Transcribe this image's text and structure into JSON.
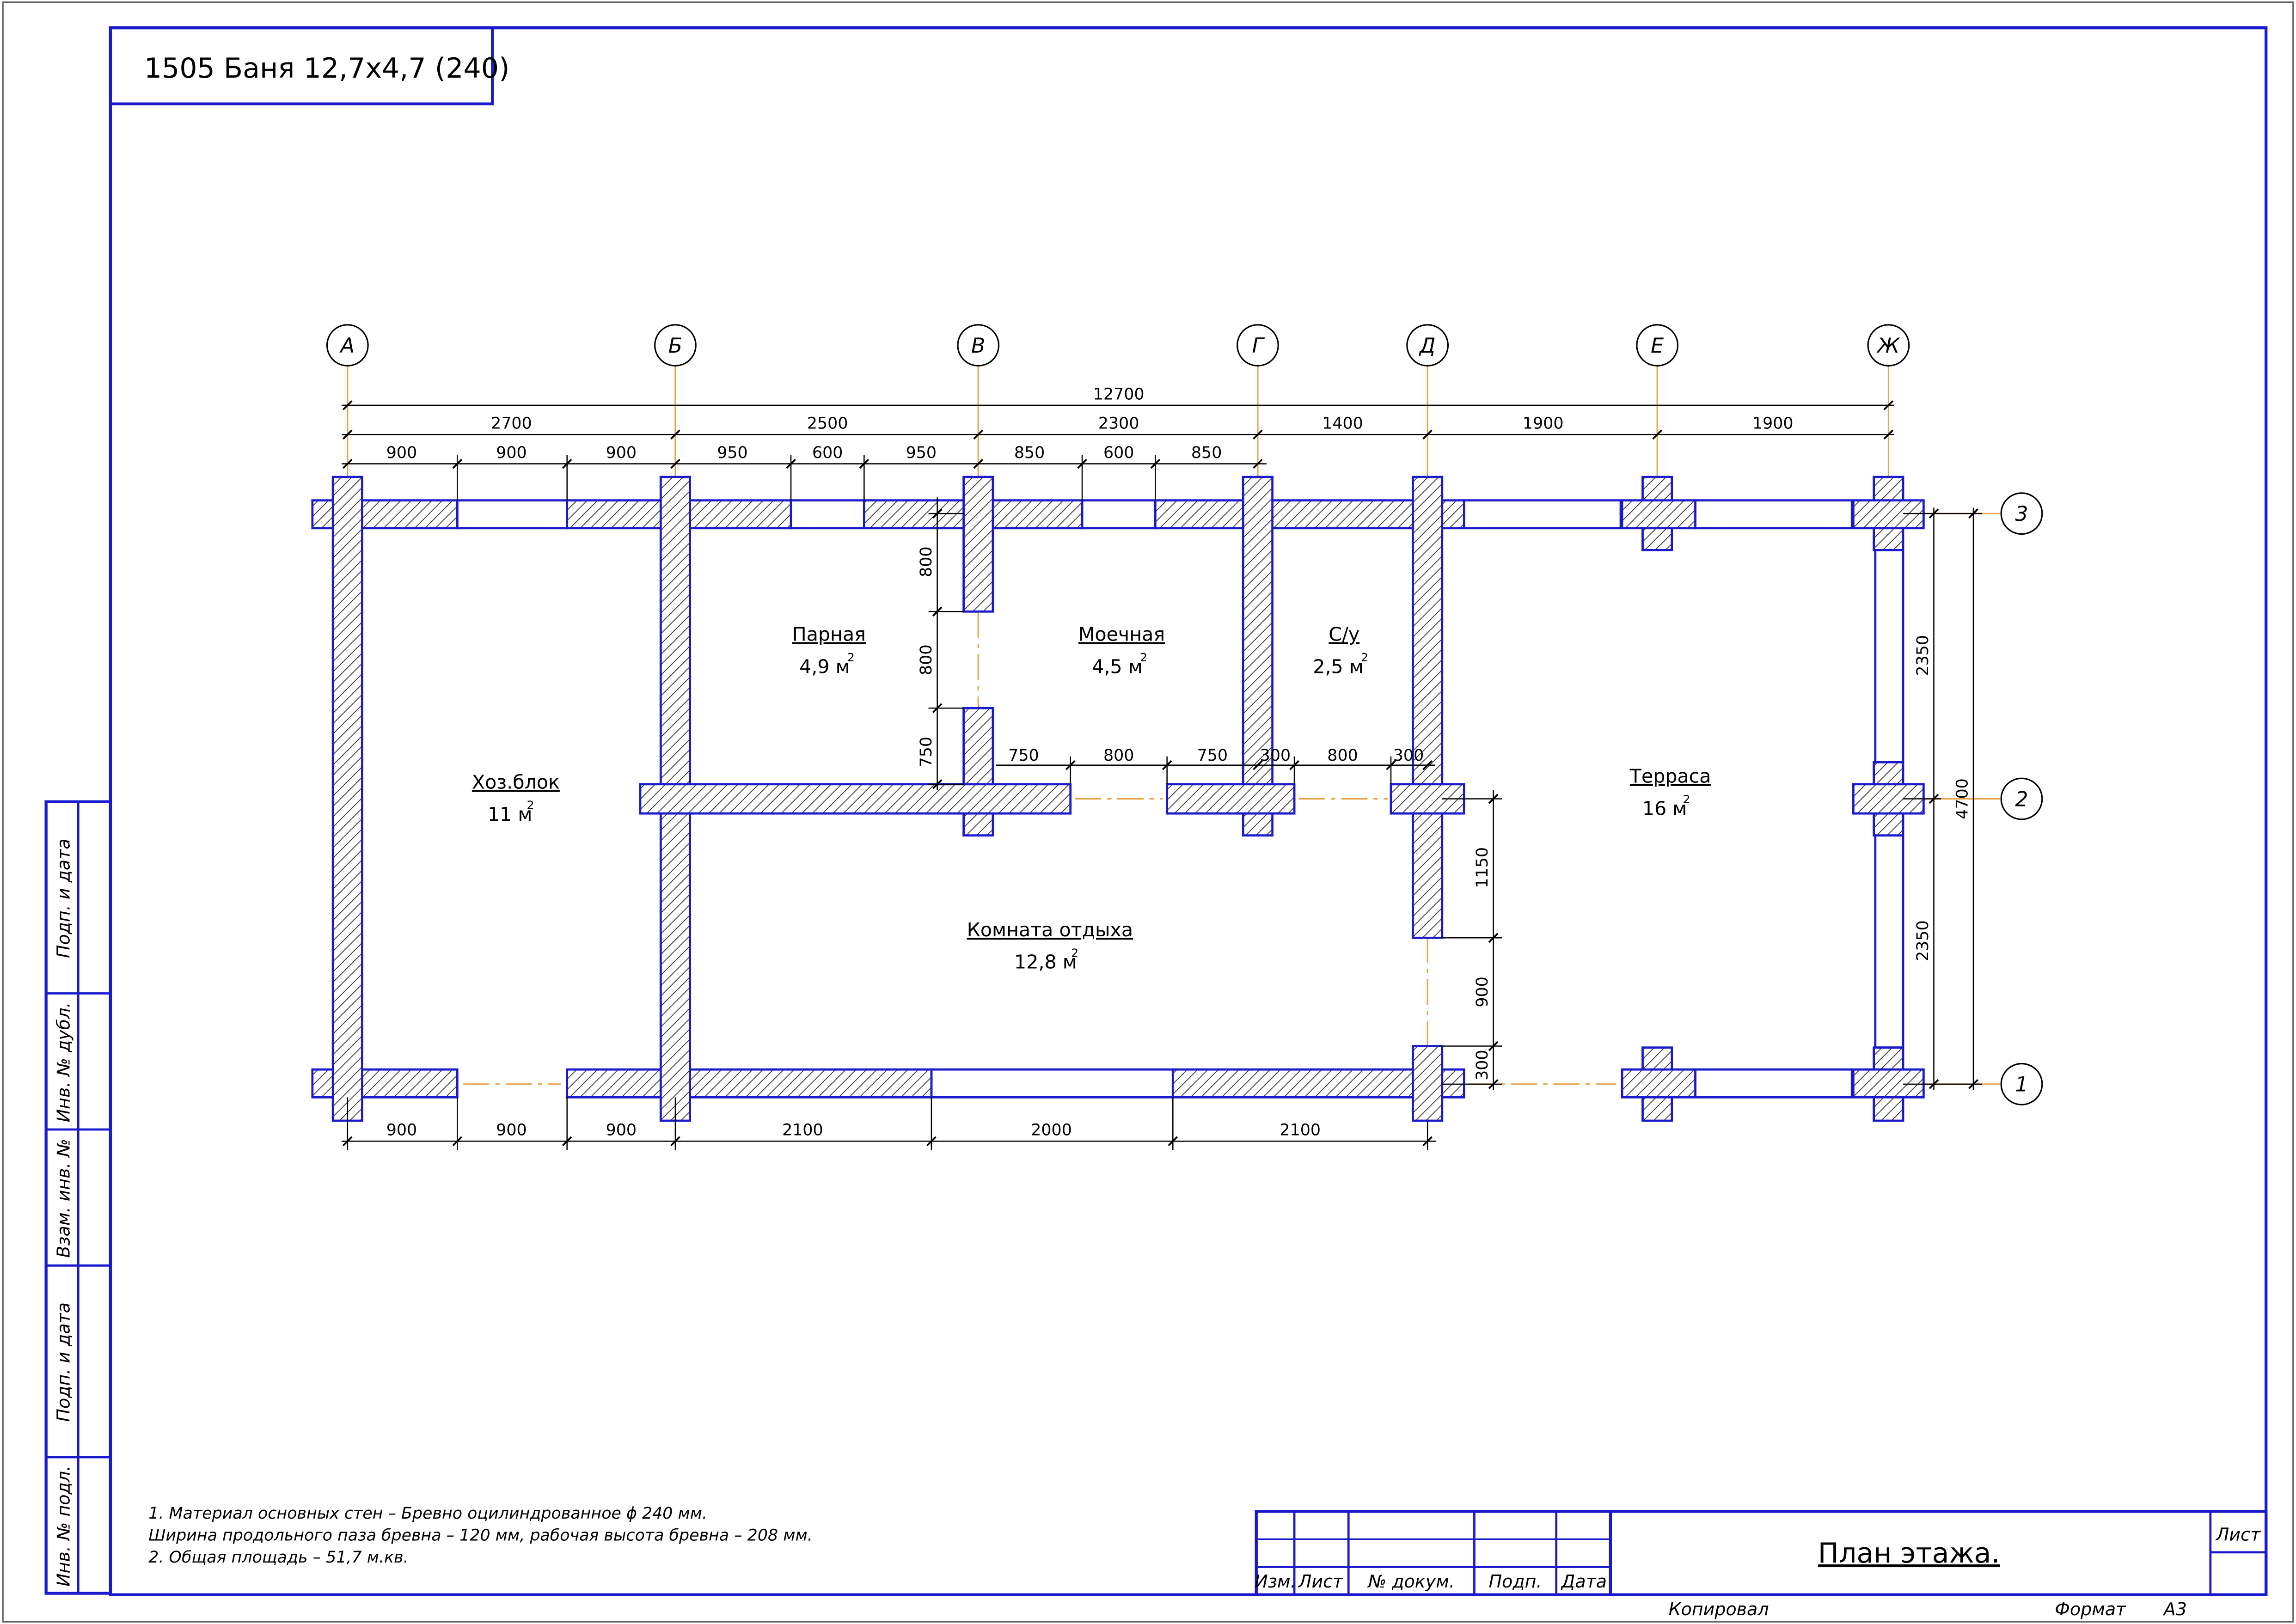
{
  "stamp": {
    "title": "1505 Баня 12,7х4,7 (240)"
  },
  "axes": {
    "columns": [
      "А",
      "Б",
      "В",
      "Г",
      "Д",
      "Е",
      "Ж"
    ],
    "rows": [
      "3",
      "2",
      "1"
    ]
  },
  "dims": {
    "overall": "12700",
    "spans": [
      "2700",
      "2500",
      "2300",
      "1400",
      "1900",
      "1900"
    ],
    "top_details": [
      "900",
      "900",
      "900",
      "950",
      "600",
      "950",
      "850",
      "600",
      "850"
    ],
    "bottom": [
      "900",
      "900",
      "900",
      "2100",
      "2000",
      "2100"
    ],
    "mid": [
      "750",
      "800",
      "750",
      "300",
      "800",
      "300"
    ],
    "left_inner": [
      "800",
      "800",
      "750"
    ],
    "right_inner": [
      "1150",
      "900",
      "300"
    ],
    "right_rows": [
      "2350",
      "2350"
    ],
    "right_total": "4700"
  },
  "rooms": [
    {
      "name": "Парная",
      "area": "4,9 м",
      "sup": "2"
    },
    {
      "name": "Моечная",
      "area": "4,5 м",
      "sup": "2"
    },
    {
      "name": "С/у",
      "area": "2,5 м",
      "sup": "2"
    },
    {
      "name": "Хоз.блок",
      "area": "11 м",
      "sup": "2"
    },
    {
      "name": "Комната отдыха",
      "area": "12,8 м",
      "sup": "2"
    },
    {
      "name": "Терраса",
      "area": "16 м",
      "sup": "2"
    }
  ],
  "notes": [
    "1. Материал основных стен – Бревно оцилиндрованное ϕ 240 мм.",
    "Ширина продольного паза бревна – 120 мм, рабочая высота бревна – 208 мм.",
    "2. Общая площадь – 51,7 м.кв."
  ],
  "side_stamp": [
    "Подп. и дата",
    "Инв. № дубл.",
    "Взам. инв. №",
    "Подп. и дата",
    "Инв. № подл."
  ],
  "title_block": {
    "headers": [
      "Изм.",
      "Лист",
      "№ докум.",
      "Подп.",
      "Дата"
    ],
    "sheet_title": "План этажа.",
    "sheet_label": "Лист",
    "copied": "Копировал",
    "format_label": "Формат",
    "format": "А3"
  },
  "colors": {
    "walls": "#1a1acc",
    "axis": "#e8a44a",
    "frame": "#1a1acc"
  }
}
